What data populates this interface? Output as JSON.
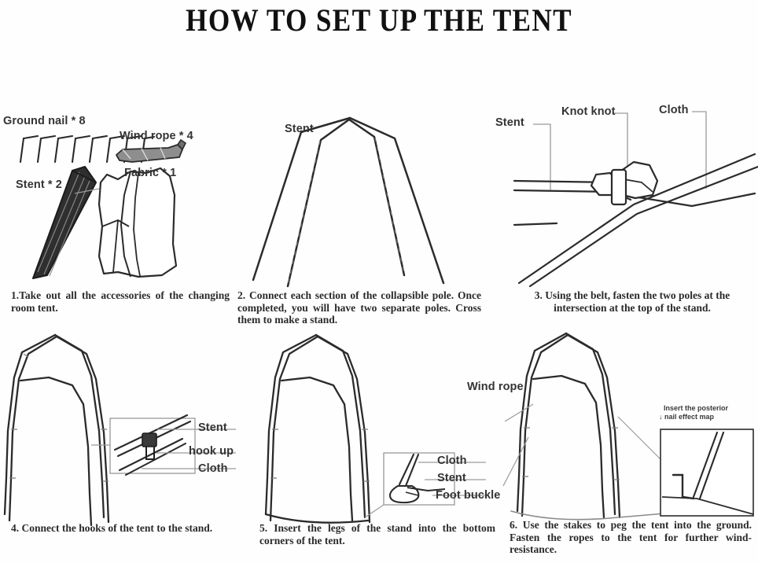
{
  "document": {
    "title": "HOW TO SET UP THE TENT",
    "ink_color": "#2b2b2b",
    "paper_color": "#ffffff",
    "label_color": "#343434"
  },
  "panels": [
    {
      "number": "1",
      "caption": "1.Take out all the accessories of the changing room tent.",
      "labels": [
        {
          "key": "ground_nail",
          "text": "Ground nail * 8"
        },
        {
          "key": "wind_rope",
          "text": "Wind rope * 4"
        },
        {
          "key": "stent",
          "text": "Stent * 2"
        },
        {
          "key": "fabric",
          "text": "Fabric * 1"
        }
      ]
    },
    {
      "number": "2",
      "caption": "2. Connect each section of the collapsible pole. Once completed, you will have two separate poles. Cross them to make a stand.",
      "labels": [
        {
          "key": "stent",
          "text": "Stent"
        }
      ]
    },
    {
      "number": "3",
      "caption": "3. Using the belt, fasten the two poles at the intersection at the top of the stand.",
      "labels": [
        {
          "key": "stent",
          "text": "Stent"
        },
        {
          "key": "knot_knot",
          "text": "Knot knot"
        },
        {
          "key": "cloth",
          "text": "Cloth"
        }
      ]
    },
    {
      "number": "4",
      "caption": "4. Connect the hooks of the tent to the stand.",
      "labels": [
        {
          "key": "stent",
          "text": "Stent"
        },
        {
          "key": "hook_up",
          "text": "hook up"
        },
        {
          "key": "cloth",
          "text": "Cloth"
        }
      ]
    },
    {
      "number": "5",
      "caption": "5. Insert the legs of the stand into the bottom corners of the tent.",
      "labels": [
        {
          "key": "cloth",
          "text": "Cloth"
        },
        {
          "key": "stent",
          "text": "Stent"
        },
        {
          "key": "foot_buckle",
          "text": "Foot buckle"
        }
      ]
    },
    {
      "number": "6",
      "caption": "6. Use the stakes to peg the tent into the ground. Fasten the ropes to the tent for further wind-resistance.",
      "labels": [
        {
          "key": "wind_rope",
          "text": "Wind rope"
        }
      ],
      "inset_note_line1": "Insert the posterior",
      "inset_note_line2": "↓ nail effect map"
    }
  ]
}
